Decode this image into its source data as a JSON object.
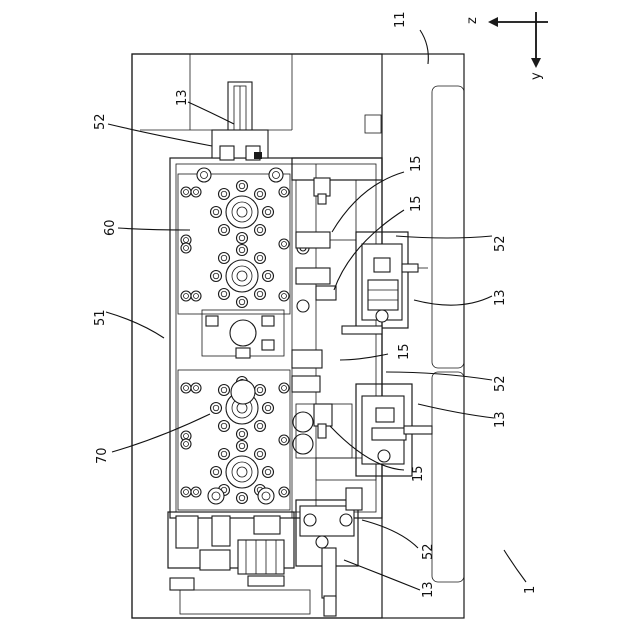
{
  "axes": {
    "z_label": "z",
    "y_label": "y"
  },
  "refs": {
    "r1": "1",
    "r11": "11",
    "r13a": "13",
    "r13b": "13",
    "r13c": "13",
    "r13d": "13",
    "r15a": "15",
    "r15b": "15",
    "r15c": "15",
    "r15d": "15",
    "r51": "51",
    "r52a": "52",
    "r52b": "52",
    "r52c": "52",
    "r52d": "52",
    "r60": "60",
    "r70": "70"
  }
}
